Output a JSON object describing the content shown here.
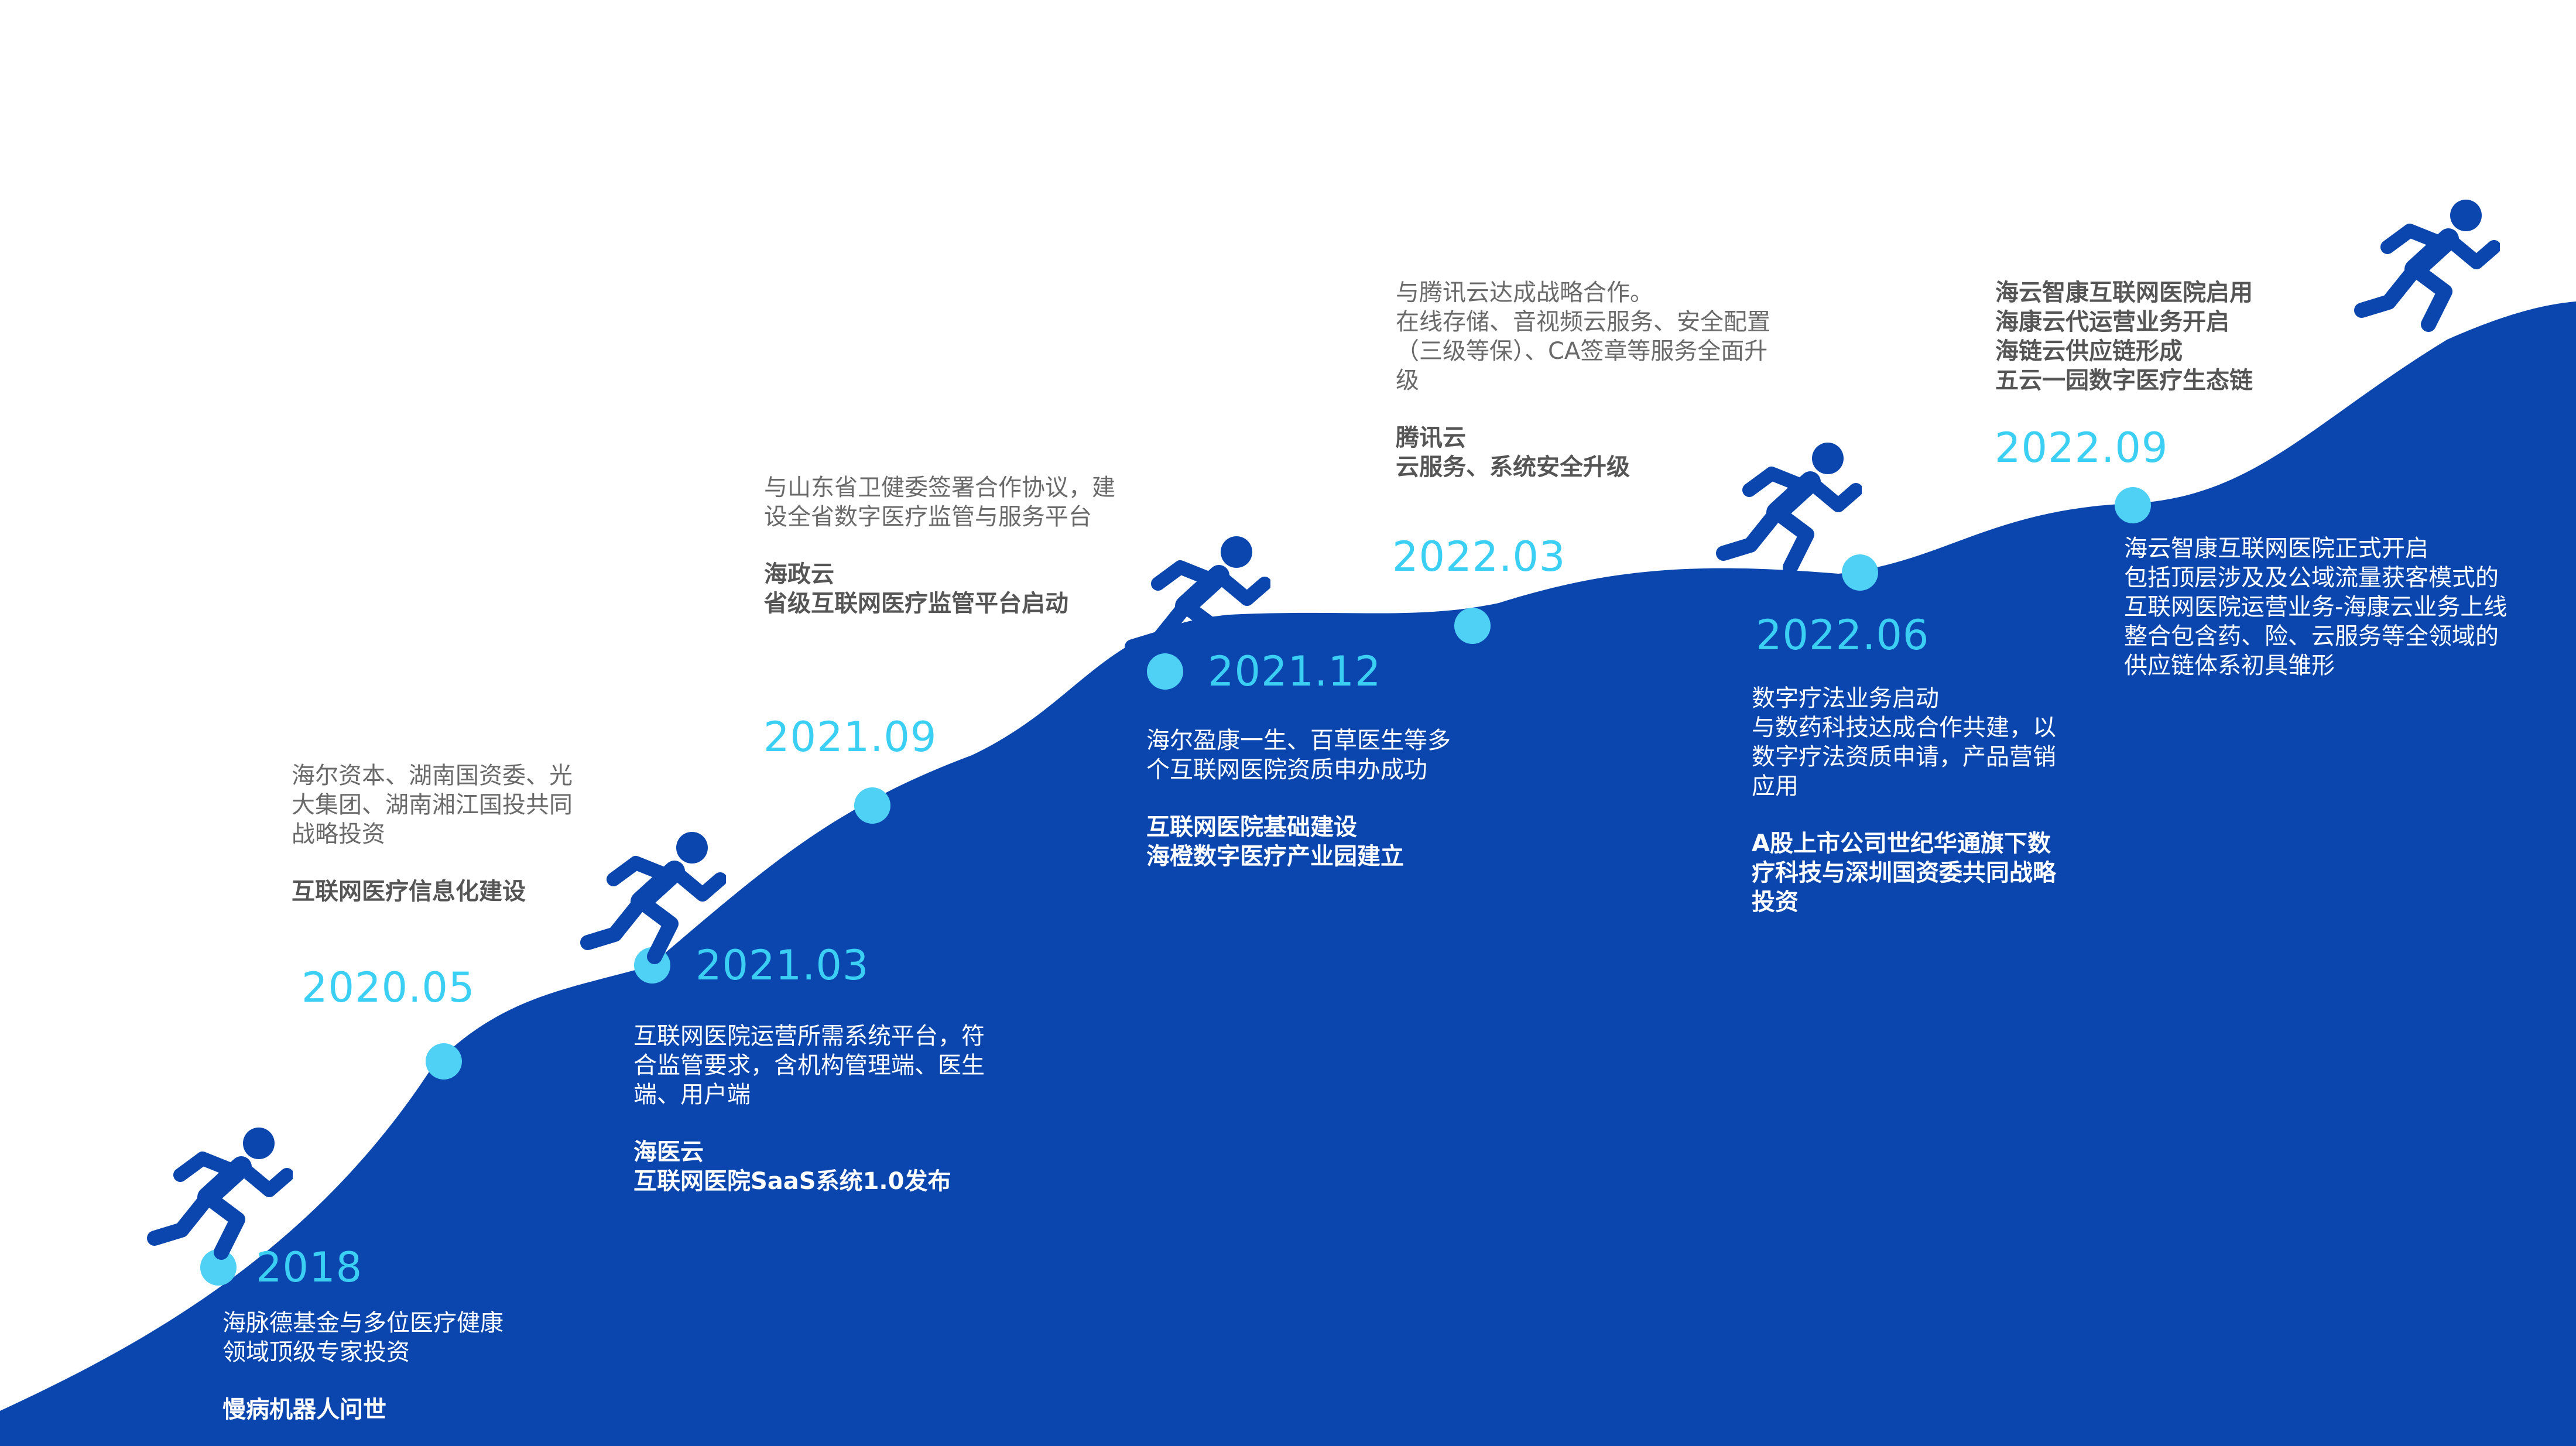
{
  "colors": {
    "wave": "#0b46ae",
    "dot": "#4fd0f5",
    "year": "#3ccff4",
    "runner": "#0b46ae",
    "text_gray": "#6a6a6a",
    "text_white": "#ffffff"
  },
  "icons": {
    "runner": "running-person-icon"
  },
  "milestones": [
    {
      "year": "2018",
      "lines": [
        "海脉德基金与多位医疗健康",
        "领域顶级专家投资"
      ],
      "bold": [
        "慢病机器人问世"
      ]
    },
    {
      "year": "2020.05",
      "lines": [
        "海尔资本、湖南国资委、光",
        "大集团、湖南湘江国投共同",
        "战略投资"
      ],
      "bold": [
        "互联网医疗信息化建设"
      ]
    },
    {
      "year": "2021.03",
      "lines": [
        "互联网医院运营所需系统平台，符",
        "合监管要求，含机构管理端、医生",
        "端、用户端"
      ],
      "bold": [
        "海医云",
        "互联网医院SaaS系统1.0发布"
      ]
    },
    {
      "year": "2021.09",
      "lines": [
        "与山东省卫健委签署合作协议，建",
        "设全省数字医疗监管与服务平台"
      ],
      "bold": [
        "海政云",
        "省级互联网医疗监管平台启动"
      ]
    },
    {
      "year": "2021.12",
      "lines": [
        "海尔盈康一生、百草医生等多",
        "个互联网医院资质申办成功"
      ],
      "bold": [
        "互联网医院基础建设",
        "海橙数字医疗产业园建立"
      ]
    },
    {
      "year": "2022.03",
      "lines": [
        "与腾讯云达成战略合作。",
        "在线存储、音视频云服务、安全配置",
        "（三级等保）、CA签章等服务全面升",
        "级"
      ],
      "bold": [
        "腾讯云",
        "云服务、系统安全升级"
      ]
    },
    {
      "year": "2022.06",
      "lines": [
        "数字疗法业务启动",
        "与数药科技达成合作共建，以",
        "数字疗法资质申请，产品营销",
        "应用"
      ],
      "bold": [
        "A股上市公司世纪华通旗下数",
        "疗科技与深圳国资委共同战略",
        "投资"
      ]
    },
    {
      "year": "2022.09",
      "bold_top": [
        "海云智康互联网医院启用",
        "海康云代运营业务开启",
        "海链云供应链形成",
        "五云一园数字医疗生态链"
      ],
      "lines": [
        "海云智康互联网医院正式开启",
        "包括顶层涉及及公域流量获客模式的",
        "互联网医院运营业务-海康云业务上线",
        "整合包含药、险、云服务等全领域的",
        "供应链体系初具雏形"
      ]
    }
  ]
}
